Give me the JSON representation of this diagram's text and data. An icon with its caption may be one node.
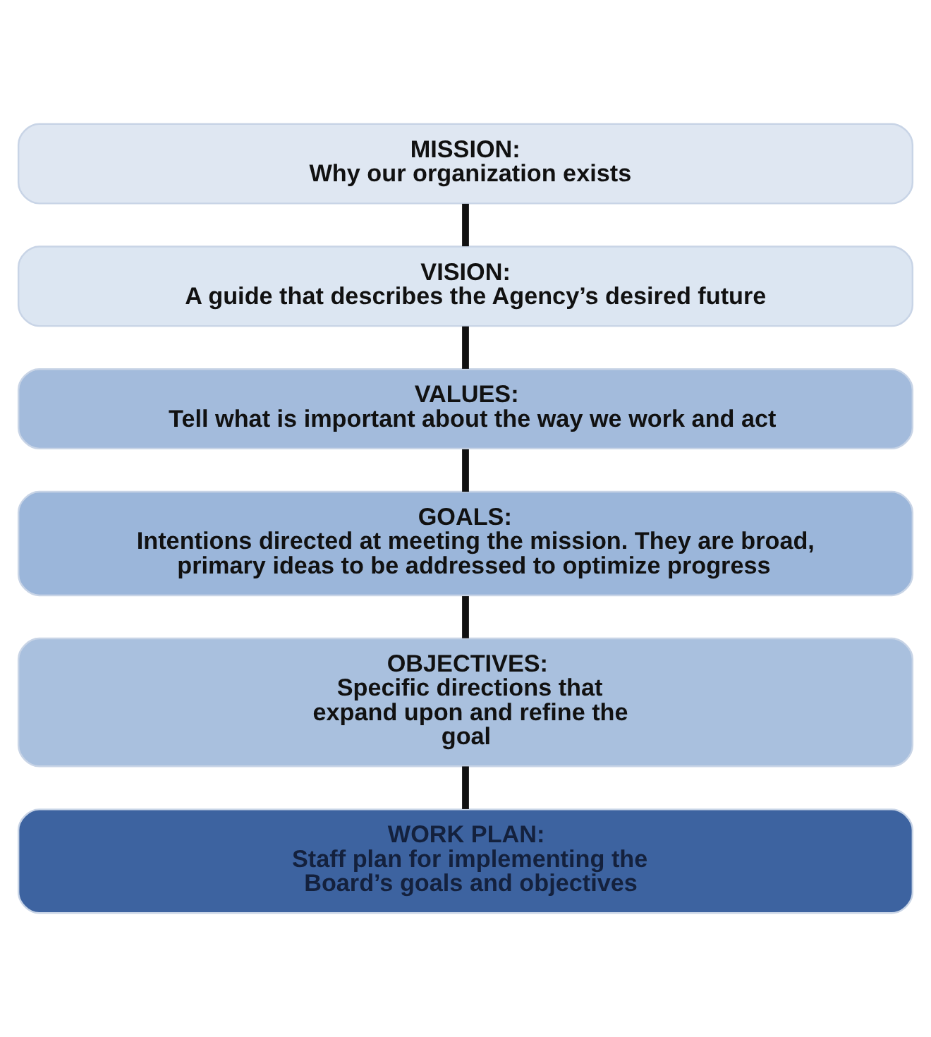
{
  "diagram": {
    "nodes": [
      {
        "text": [
          "MISSION:",
          "Why our organization exists"
        ]
      },
      {
        "text": [
          "VISION:",
          "A guide that describes the Agency’s desired future"
        ]
      },
      {
        "text": [
          "VALUES:",
          "Tell what is important about the way we work and act"
        ]
      },
      {
        "text": [
          "GOALS:",
          "Intentions directed at meeting the mission. They are broad, primary ideas to be addressed to optimize progress"
        ]
      },
      {
        "text": [
          "OBJECTIVES:",
          "Specific directions that expand upon and refine the goal"
        ]
      },
      {
        "text": [
          "WORK PLAN:",
          "Staff plan for implementing the Board’s goals and objectives"
        ]
      }
    ],
    "edges": [
      {
        "from": 0,
        "to": 1,
        "arrow": "none"
      },
      {
        "from": 1,
        "to": 2,
        "arrow": "none"
      },
      {
        "from": 2,
        "to": 3,
        "arrow": "none"
      },
      {
        "from": 3,
        "to": 4,
        "arrow": "none"
      },
      {
        "from": 4,
        "to": 5,
        "arrow": "none"
      }
    ]
  }
}
